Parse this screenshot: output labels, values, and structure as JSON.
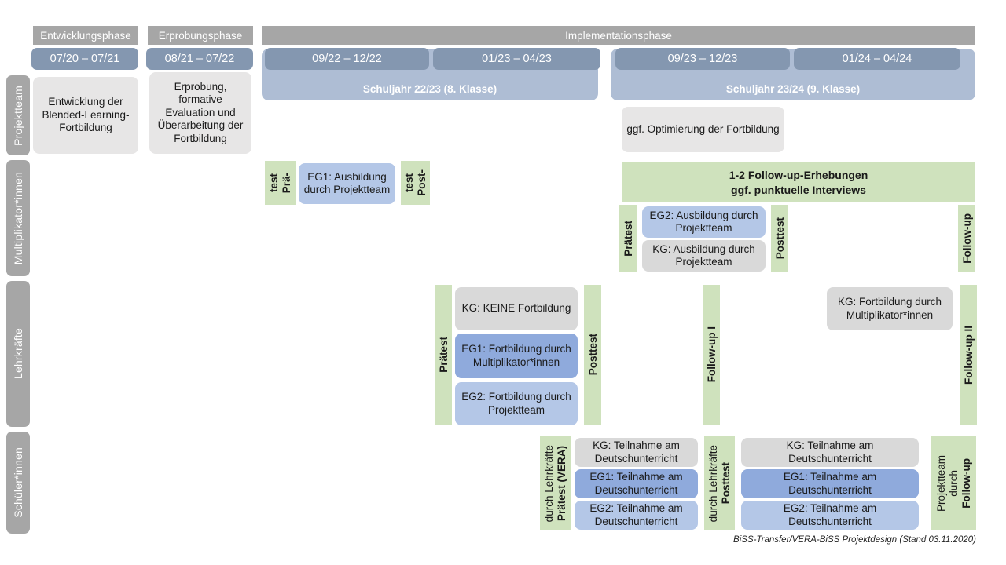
{
  "lanes": [
    {
      "label": "Projektteam"
    },
    {
      "label": "Multiplikator*innen"
    },
    {
      "label": "Lehrkräfte"
    },
    {
      "label": "Schüler*innen"
    }
  ],
  "phases": [
    {
      "label": "Entwicklungsphase"
    },
    {
      "label": "Erprobungsphase"
    },
    {
      "label": "Implementationsphase"
    }
  ],
  "dates": [
    {
      "label": "07/20 – 07/21"
    },
    {
      "label": "08/21 – 07/22"
    },
    {
      "label": "09/22 – 12/22"
    },
    {
      "label": "01/23 – 04/23"
    },
    {
      "label": "09/23 – 12/23"
    },
    {
      "label": "01/24 – 04/24"
    }
  ],
  "school_years": [
    {
      "label": "Schuljahr 22/23 (8. Klasse)"
    },
    {
      "label": "Schuljahr 23/24 (9. Klasse)"
    }
  ],
  "projektteam": {
    "entwicklung": "Entwicklung der Blended-Learning-Fortbildung",
    "erprobung": "Erprobung, formative Evaluation und Überarbeitung der Fortbildung",
    "optimierung": "ggf. Optimierung der Fortbildung"
  },
  "multiplikator": {
    "praetest_line1": "Prä-",
    "praetest_line2": "test",
    "posttest_line1": "Post-",
    "posttest_line2": "test",
    "eg1": "EG1: Ausbildung durch Projektteam",
    "followup_band": "1-2 Follow-up-Erhebungen\nggf. punktuelle Interviews",
    "followup_band_line1": "1-2 Follow-up-Erhebungen",
    "followup_band_line2": "ggf. punktuelle Interviews",
    "praetest2": "Prätest",
    "posttest2": "Posttest",
    "eg2": "EG2:  Ausbildung durch Projektteam",
    "kg": "KG: Ausbildung durch Projektteam",
    "followup": "Follow-up"
  },
  "lehrkraefte": {
    "praetest": "Prätest",
    "posttest": "Posttest",
    "kg": "KG:  KEINE Fortbildung",
    "eg1": "EG1: Fortbildung durch Multiplikator*innen",
    "eg2": "EG2: Fortbildung durch Projektteam",
    "kg2": "KG: Fortbildung durch Multiplikator*innen",
    "followup1": "Follow-up I",
    "followup2": "Follow-up II"
  },
  "schueler": {
    "praetest_bold": "Prätest (VERA)",
    "praetest_sub": "durch Lehrkräfte",
    "posttest_bold": "Posttest",
    "posttest_sub": "durch Lehrkräfte",
    "followup_bold": "Follow-up",
    "followup_sub1": "durch",
    "followup_sub2": "Projektteam",
    "kg_a": "KG: Teilnahme am Deutschunterricht",
    "eg1_a": "EG1: Teilnahme am Deutschunterricht",
    "eg2_a": "EG2: Teilnahme am Deutschunterricht",
    "kg_b": "KG: Teilnahme am Deutschunterricht",
    "eg1_b": "EG1: Teilnahme am Deutschunterricht",
    "eg2_b": "EG2: Teilnahme am Deutschunterricht"
  },
  "footer": "BiSS-Transfer/VERA-BiSS Projektdesign (Stand 03.11.2020)",
  "colors": {
    "lane": "#A6A6A6",
    "phase": "#A6A6A6",
    "date": "#8497B0",
    "schoolyear": "#AEBDD4",
    "green": "#CFE2BD",
    "eg1": "#8FAADC",
    "eg2": "#B4C7E7",
    "gray_light": "#E7E6E6",
    "gray": "#D9D9D9"
  }
}
